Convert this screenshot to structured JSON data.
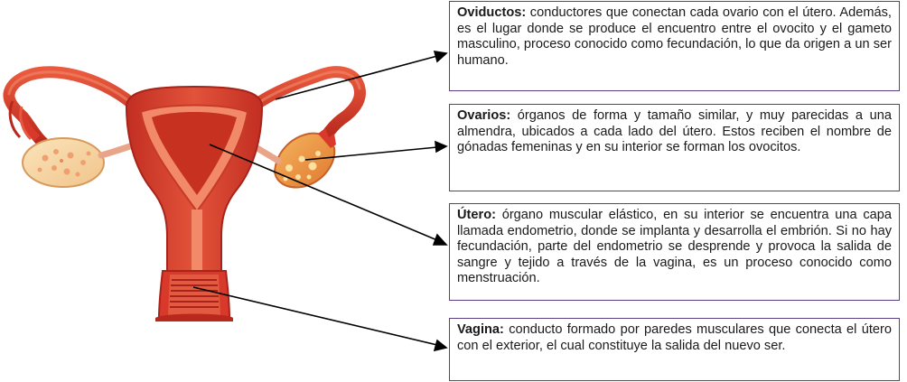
{
  "labels": [
    {
      "id": "oviductos",
      "term": "Oviductos:",
      "text": " conductores que conectan cada ovario con el útero. Además, es el lugar donde se produce el encuentro en­tre el ovocito y el gameto masculino, proceso conocido como fecundación, lo que da origen a un ser humano."
    },
    {
      "id": "ovarios",
      "term": "Ovarios:",
      "text": " órganos de forma y tamaño similar, y muy pareci­das a una almendra, ubicados a cada lado del útero. Estos reciben el nombre de gónadas femeninas y en su interior se forman los ovocitos."
    },
    {
      "id": "utero",
      "term": "Útero:",
      "text": " órgano muscular elástico, en su interior se encuentra una capa llamada endometrio, donde se implanta y desarro­lla el embrión. Si no hay fecundación, parte del endometrio se desprende y provoca la salida de sangre y tejido a través de la vagina, es un proceso conocido como menstruación."
    },
    {
      "id": "vagina",
      "term": "Vagina:",
      "text": " conducto formado por paredes musculares que co­necta el útero con el exterior, el cual constituye la salida del nuevo ser."
    }
  ],
  "colors": {
    "box_border": "#5b3e86",
    "organ_red": "#d8392b",
    "organ_dark": "#a8231a",
    "organ_light": "#f07a5a",
    "ovary_fill": "#f6d8a8",
    "arrow": "#000000"
  }
}
